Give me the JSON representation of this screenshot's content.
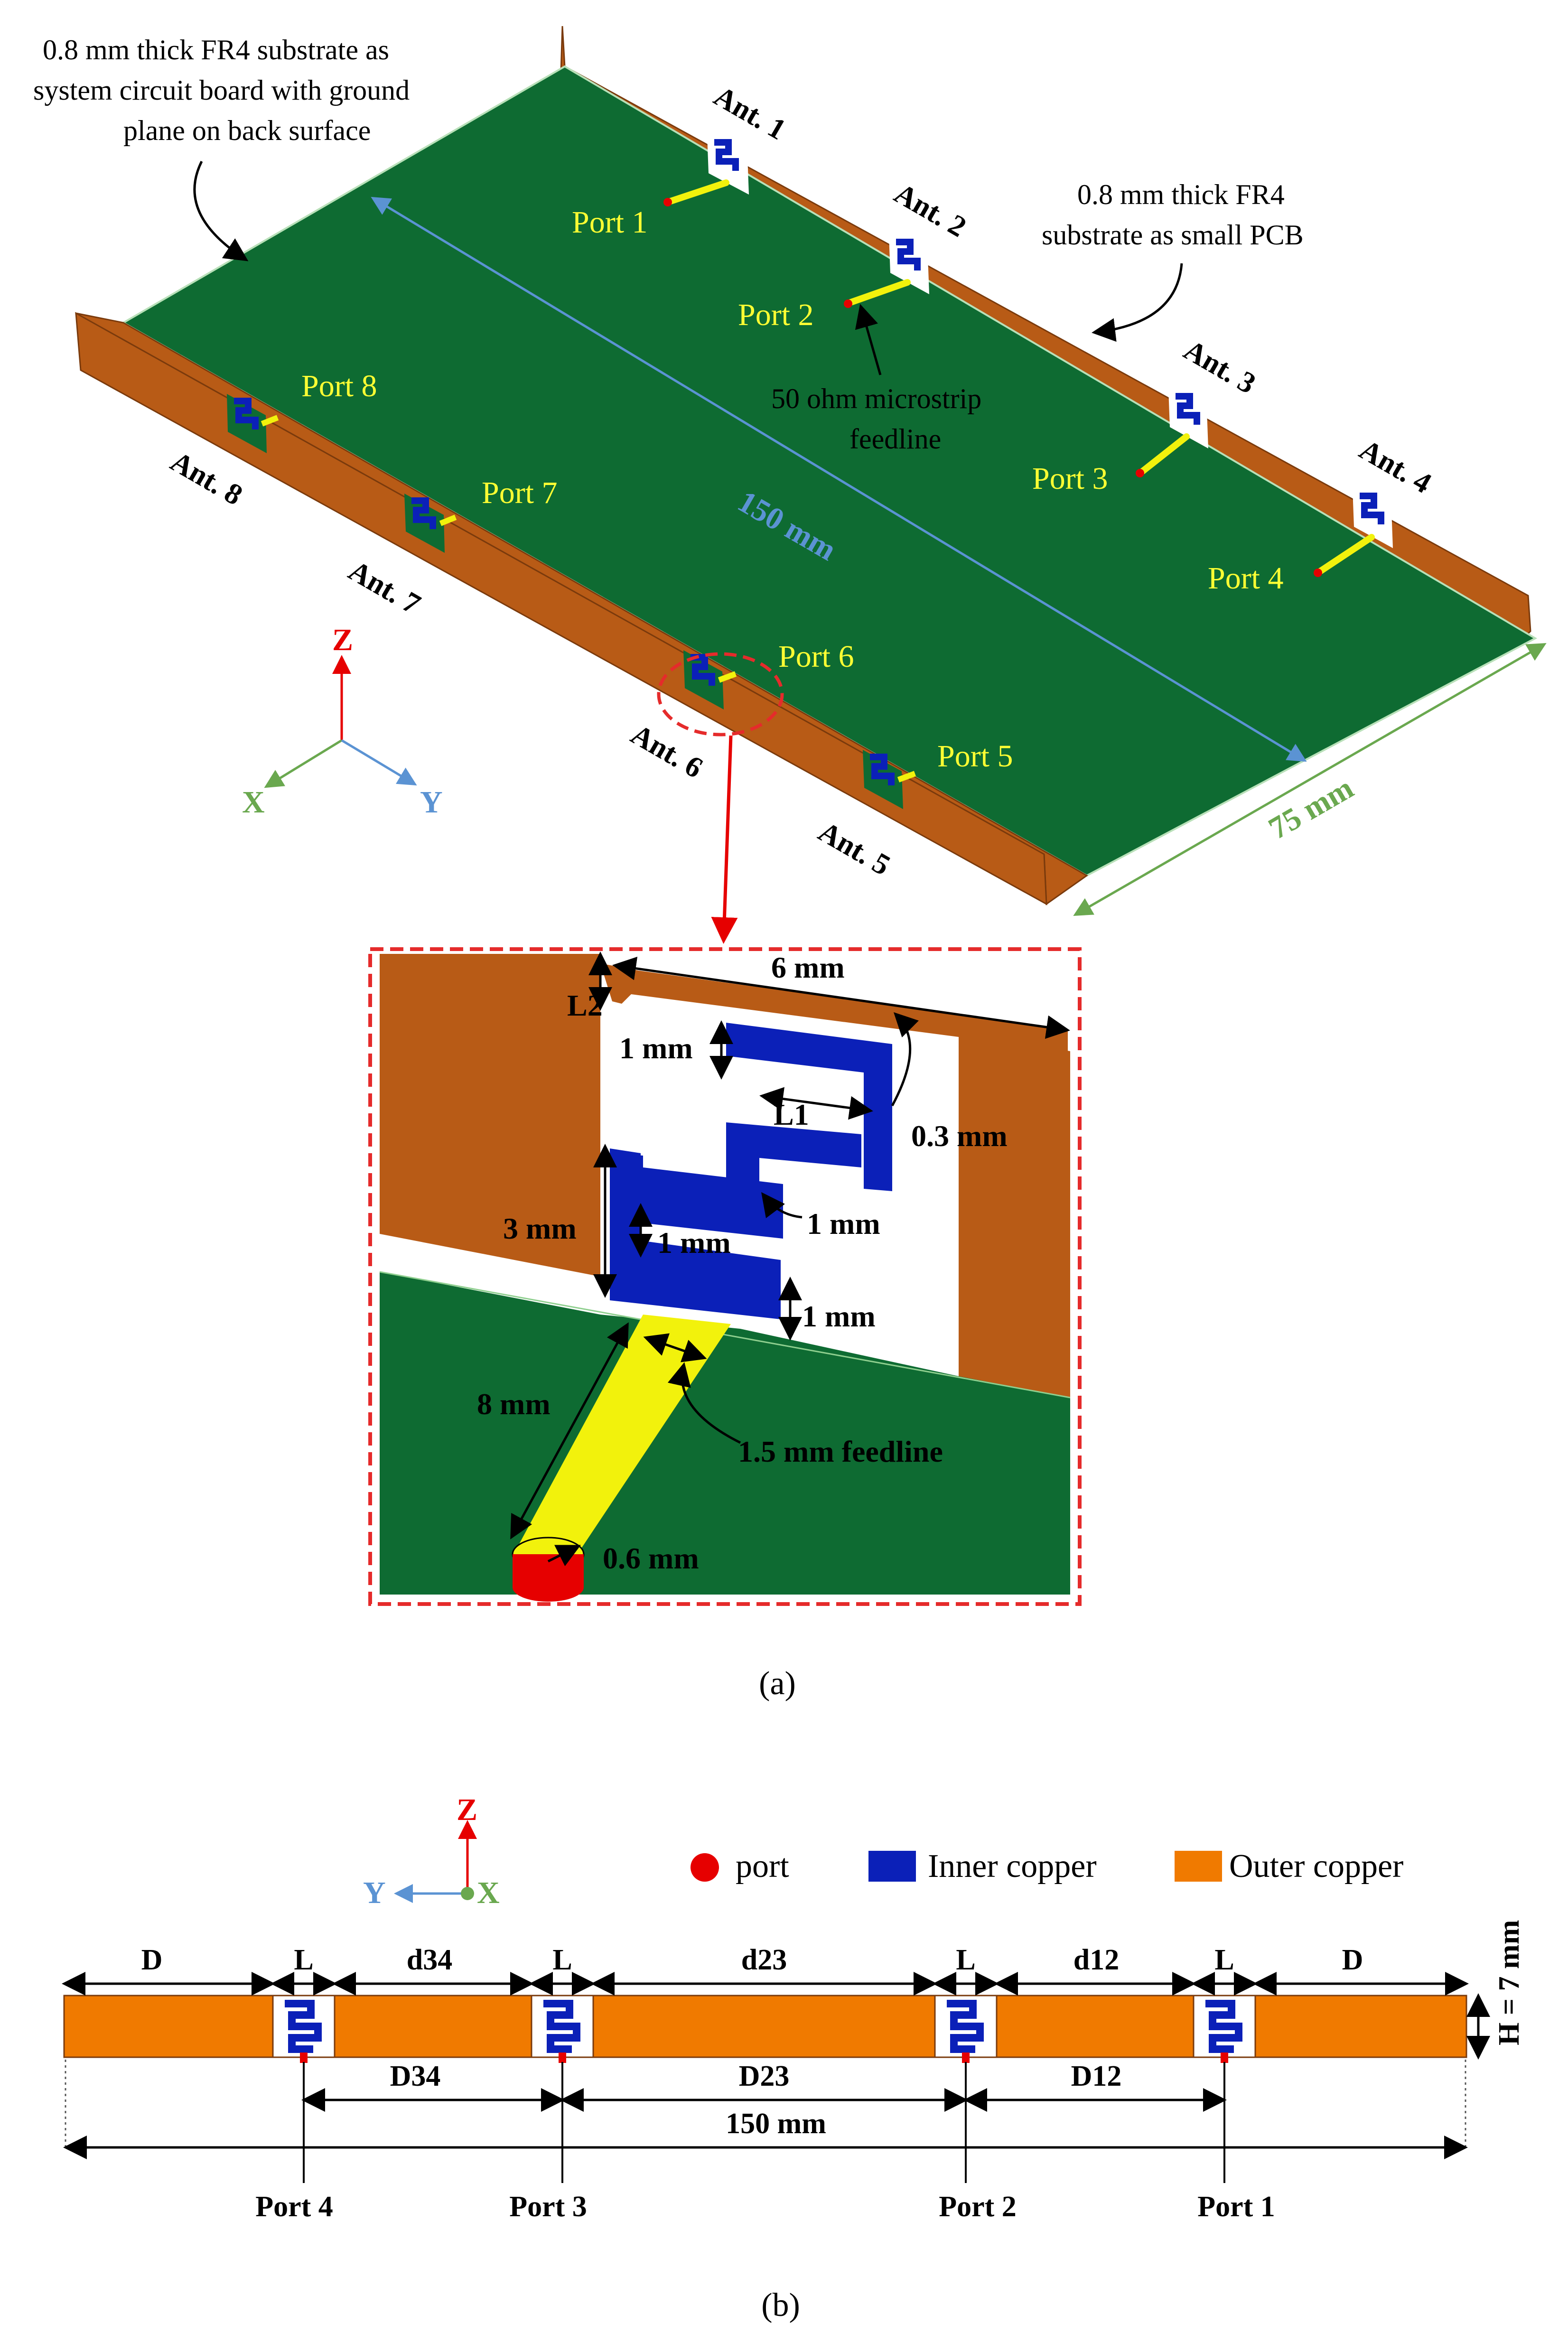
{
  "panel_a": {
    "annotations": {
      "system_board": [
        "0.8 mm thick FR4 substrate as",
        "system circuit board with ground",
        "plane on back surface"
      ],
      "small_pcb": [
        "0.8 mm thick FR4",
        "substrate as small PCB"
      ],
      "feedline": [
        "50 ohm microstrip",
        "feedline"
      ]
    },
    "ports": [
      "Port 1",
      "Port 2",
      "Port 3",
      "Port 4",
      "Port 5",
      "Port 6",
      "Port 7",
      "Port 8"
    ],
    "antennas": [
      "Ant. 1",
      "Ant. 2",
      "Ant. 3",
      "Ant. 4",
      "Ant. 5",
      "Ant. 6",
      "Ant. 7",
      "Ant. 8"
    ],
    "dims": {
      "length": "150 mm",
      "width": "75 mm"
    },
    "axes": {
      "z": "Z",
      "x": "X",
      "y": "Y"
    },
    "zoom": {
      "width_6": "6 mm",
      "l2": "L2",
      "h1_top": "1 mm",
      "l1": "L1",
      "gap": "0.3 mm",
      "mid_1mm": "1 mm",
      "h3": "3 mm",
      "inner_1mm": "1 mm",
      "bottom_1mm": "1 mm",
      "feed_len": "8 mm",
      "feed_w": "1.5 mm feedline",
      "probe": "0.6 mm"
    },
    "caption": "(a)"
  },
  "panel_b": {
    "axes": {
      "z": "Z",
      "y": "Y",
      "x": "X"
    },
    "legend": {
      "port": "port",
      "inner": "Inner copper",
      "outer": "Outer copper"
    },
    "top_dims": [
      "D",
      "L",
      "d34",
      "L",
      "d23",
      "L",
      "d12",
      "L",
      "D"
    ],
    "height": "H = 7 mm",
    "spacings": {
      "d34": "D34",
      "d23": "D23",
      "d12": "D12"
    },
    "total": "150 mm",
    "ports": [
      "Port 4",
      "Port 3",
      "Port 2",
      "Port 1"
    ],
    "caption": "(b)"
  },
  "colors": {
    "ground_green": "#0e6b32",
    "copper_orange": "#b85b16",
    "inner_blue": "#0b20b8",
    "feed_yellow": "#f2f20c",
    "port_red": "#e60000",
    "label_yellow": "#ffff33",
    "dim_blue": "#5b93d3",
    "dim_green": "#6aa84f",
    "zoom_red": "#e52b2b"
  }
}
